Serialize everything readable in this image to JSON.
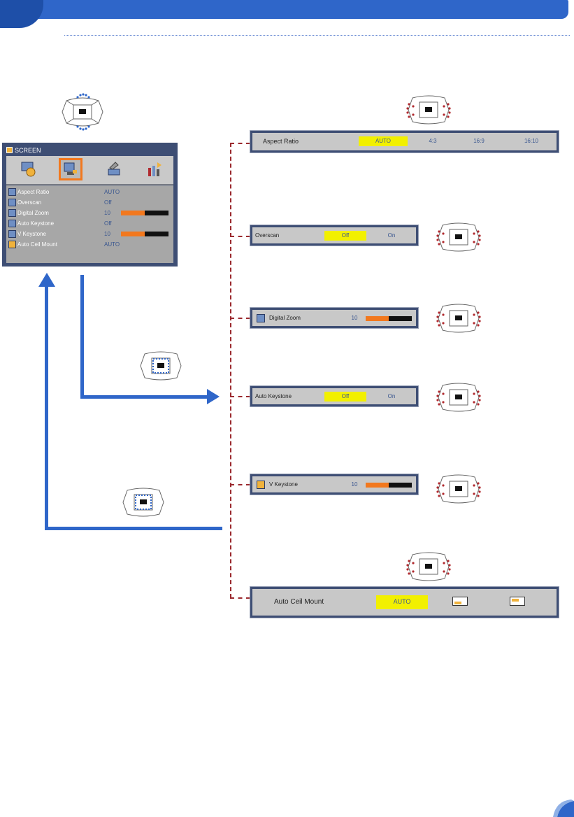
{
  "colors": {
    "header": "#2f66c9",
    "flow_arrow": "#2f66c9",
    "dashed_connector": "#9b2a2f",
    "selected_option": "#f2f000",
    "slider_fill": "#f2781e",
    "menu_frame": "#3e4e74"
  },
  "remote_icons": {
    "up_down": "up-down-keys-icon",
    "left_right": "left-right-keys-icon",
    "enter": "enter-key-icon"
  },
  "menu": {
    "title": "SCREEN",
    "tabs": [
      "image-tab-icon",
      "screen-tab-icon",
      "setting-tab-icon",
      "options-tab-icon"
    ],
    "items": [
      {
        "label": "Aspect Ratio",
        "value": "AUTO",
        "icon": "aspect-ratio-icon"
      },
      {
        "label": "Overscan",
        "value": "Off",
        "icon": "overscan-icon"
      },
      {
        "label": "Digital Zoom",
        "value": "10",
        "level": 0.5,
        "icon": "digital-zoom-icon"
      },
      {
        "label": "Auto Keystone",
        "value": "Off",
        "icon": "auto-keystone-icon"
      },
      {
        "label": "V Keystone",
        "value": "10",
        "level": 0.5,
        "icon": "v-keystone-icon"
      },
      {
        "label": "Auto Ceil Mount",
        "value": "AUTO",
        "icon": "auto-ceil-mount-icon"
      }
    ]
  },
  "submenus": {
    "aspect_ratio": {
      "label": "Aspect Ratio",
      "options": [
        "AUTO",
        "4:3",
        "16:9",
        "16:10"
      ],
      "selected": "AUTO"
    },
    "overscan": {
      "label": "Overscan",
      "options": [
        "Off",
        "On"
      ],
      "selected": "Off"
    },
    "digital_zoom": {
      "label": "Digital Zoom",
      "value": "10",
      "level": 0.5
    },
    "auto_keystone": {
      "label": "Auto Keystone",
      "options": [
        "Off",
        "On"
      ],
      "selected": "Off"
    },
    "v_keystone": {
      "label": "V Keystone",
      "value": "10",
      "level": 0.5
    },
    "auto_ceil_mount": {
      "label": "Auto Ceil Mount",
      "options": [
        "AUTO",
        "front-projection-icon",
        "ceiling-projection-icon"
      ],
      "selected": "AUTO"
    }
  }
}
